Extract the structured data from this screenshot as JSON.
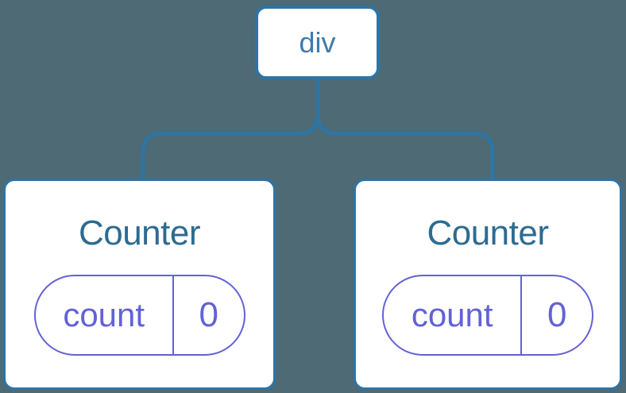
{
  "theme": {
    "bg": "#4d6a75",
    "line": "#2e74a4",
    "node-text": "#3f7ca9",
    "title-text": "#2d6b91",
    "accent": "#6262d6",
    "card-bg": "#ffffff"
  },
  "tree": {
    "root": {
      "label": "div"
    },
    "children": [
      {
        "title": "Counter",
        "state": {
          "name": "count",
          "value": "0"
        }
      },
      {
        "title": "Counter",
        "state": {
          "name": "count",
          "value": "0"
        }
      }
    ]
  }
}
